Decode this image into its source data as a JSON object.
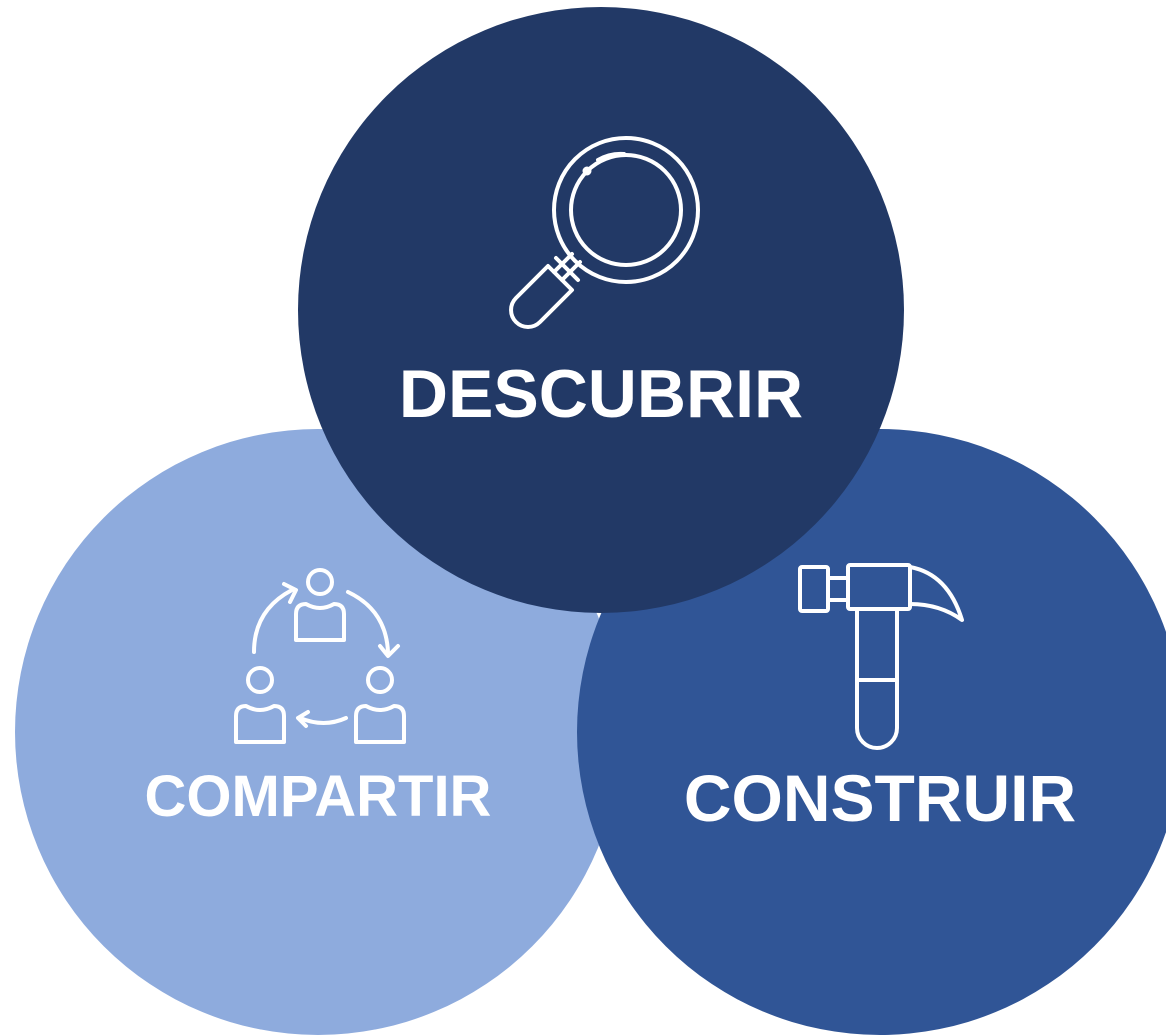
{
  "colors": {
    "background": "#ffffff",
    "descubrir": "#223966",
    "compartir": "#8eabdd",
    "construir": "#305596",
    "foreground": "#ffffff"
  },
  "circles": {
    "descubrir": {
      "label": "DESCUBRIR",
      "icon": "magnifying-glass-icon"
    },
    "compartir": {
      "label": "COMPARTIR",
      "icon": "people-cycle-icon"
    },
    "construir": {
      "label": "CONSTRUIR",
      "icon": "hammer-icon"
    }
  }
}
